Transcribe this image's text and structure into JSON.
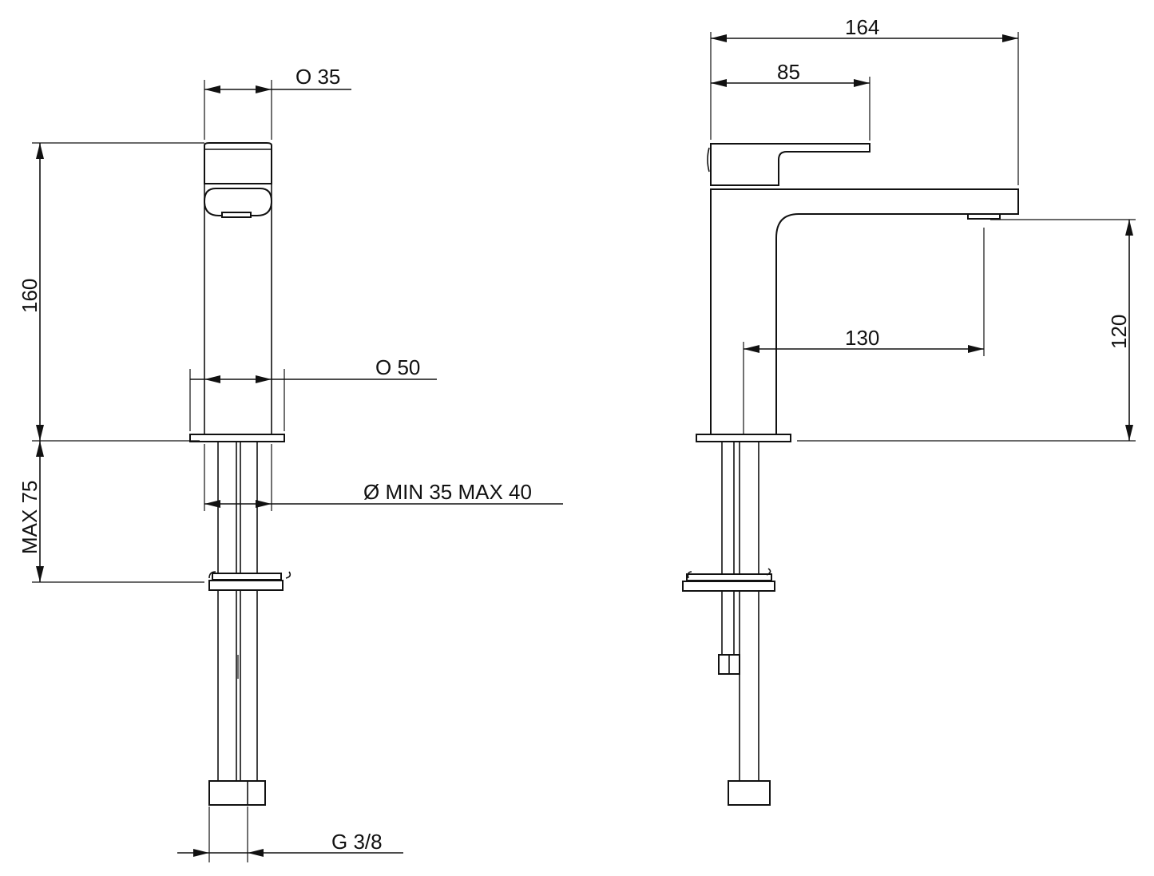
{
  "dimensions": {
    "top_diameter": "O  35",
    "height_total": "160",
    "base_diameter": "O  50",
    "max_thickness": "MAX  75",
    "hole_diameter": "Ø MIN 35 MAX 40",
    "connection": "G 3/8",
    "total_length": "164",
    "lever_length": "85",
    "spout_reach": "130",
    "spout_height": "120"
  },
  "colors": {
    "line": "#111111",
    "background": "#ffffff"
  }
}
